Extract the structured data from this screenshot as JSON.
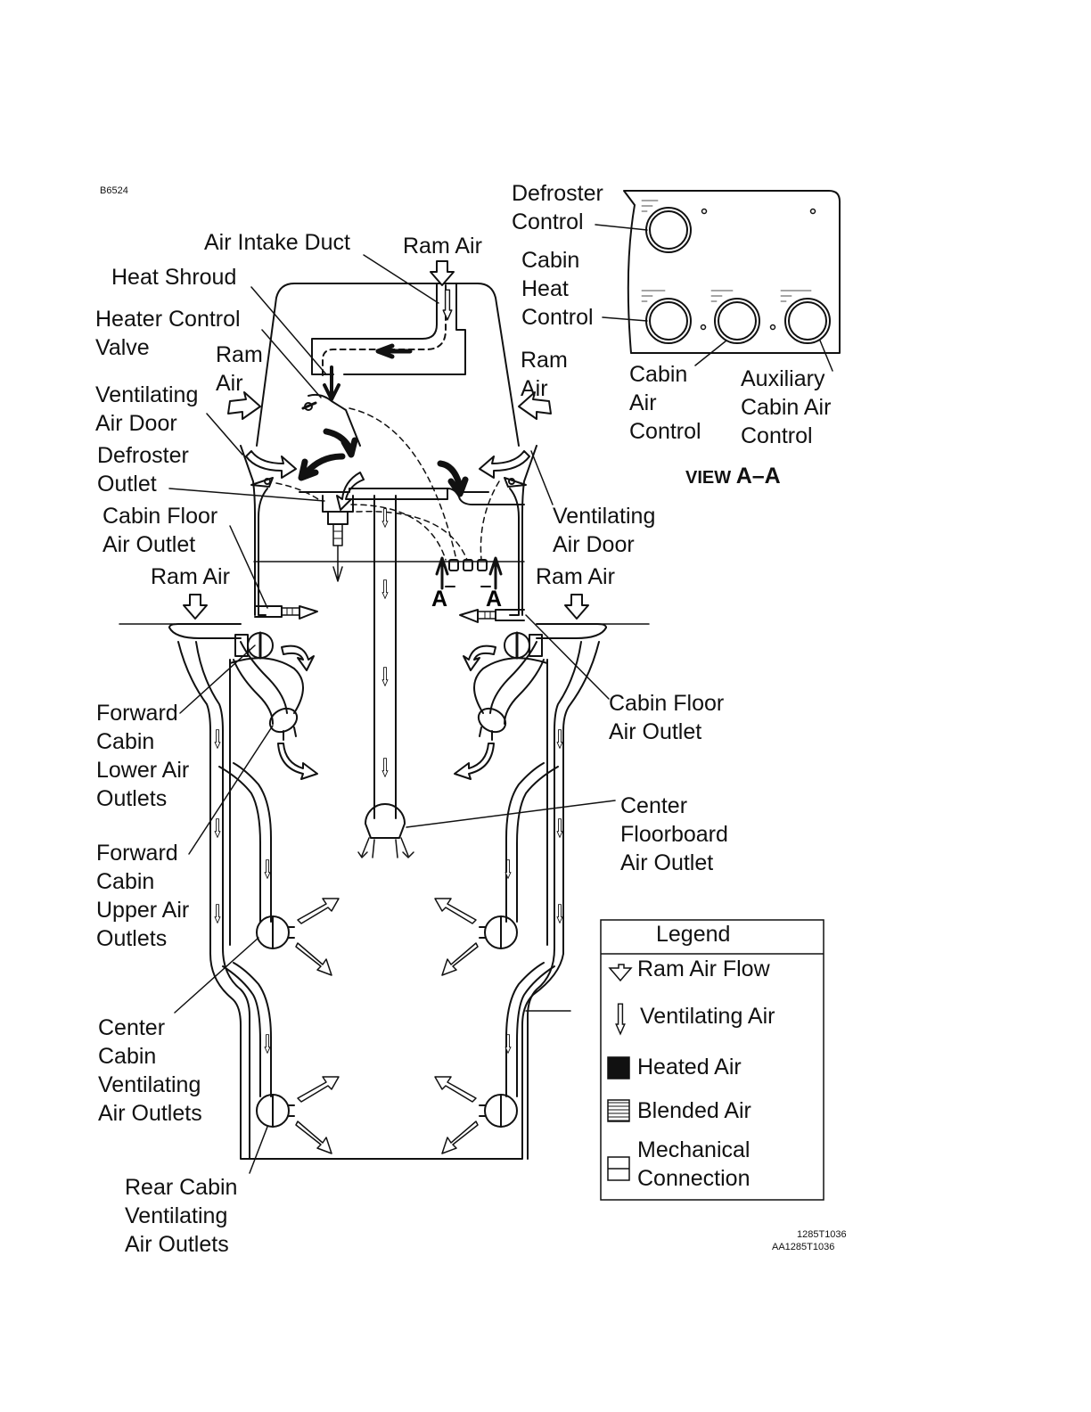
{
  "figure_id": "B6524",
  "reference_ids": [
    "1285T1036",
    "AA1285T1036"
  ],
  "view_label": {
    "prefix": "VIEW",
    "main": "A–A"
  },
  "section_marker": "A",
  "labels": {
    "defroster_control": "Defroster\nControl",
    "cabin_heat_control": "Cabin\nHeat\nControl",
    "cabin_air_control": "Cabin\nAir\nControl",
    "auxiliary_cabin_air_control": "Auxiliary\nCabin Air\nControl",
    "air_intake_duct": "Air Intake Duct",
    "ram_air_top": "Ram Air",
    "heat_shroud": "Heat Shroud",
    "heater_control_valve": "Heater Control\nValve",
    "ram_air_left_upper": "Ram\nAir",
    "ram_air_right_upper": "Ram\nAir",
    "ventilating_air_door_left": "Ventilating\nAir Door",
    "ventilating_air_door_right": "Ventilating\nAir Door",
    "defroster_outlet": "Defroster\nOutlet",
    "cabin_floor_air_outlet_left": "Cabin Floor\nAir Outlet",
    "cabin_floor_air_outlet_right": "Cabin Floor\nAir Outlet",
    "ram_air_left_lower": "Ram Air",
    "ram_air_right_lower": "Ram Air",
    "forward_cabin_lower_air_outlets": "Forward\nCabin\nLower Air\nOutlets",
    "forward_cabin_upper_air_outlets": "Forward\nCabin\nUpper Air\nOutlets",
    "center_floorboard_air_outlet": "Center\nFloorboard\nAir Outlet",
    "center_cabin_ventilating_air_outlets": "Center\nCabin\nVentilating\nAir Outlets",
    "rear_cabin_ventilating_air_outlets": "Rear Cabin\nVentilating\nAir Outlets"
  },
  "legend": {
    "title": "Legend",
    "items": [
      {
        "label": "Ram Air Flow",
        "icon": "ram-air-flow-arrow-icon"
      },
      {
        "label": "Ventilating Air",
        "icon": "ventilating-air-arrow-icon"
      },
      {
        "label": "Heated Air",
        "icon": "heated-air-swatch-icon"
      },
      {
        "label": "Blended Air",
        "icon": "blended-air-swatch-icon"
      },
      {
        "label": "Mechanical\nConnection",
        "icon": "mechanical-connection-swatch-icon"
      }
    ]
  }
}
